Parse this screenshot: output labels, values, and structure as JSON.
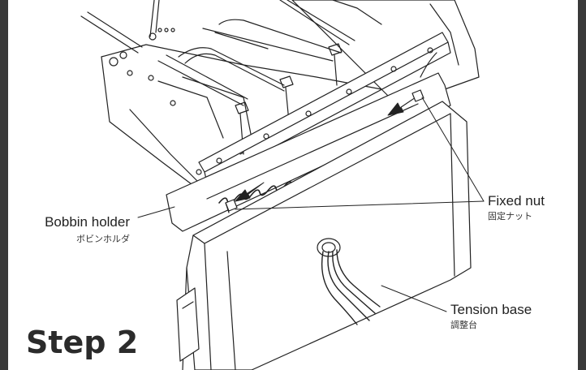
{
  "labels": {
    "bobbin_holder": {
      "en": "Bobbin holder",
      "ja": "ボビンホルダ"
    },
    "fixed_nut": {
      "en": "Fixed nut",
      "ja": "固定ナット"
    },
    "tension_base": {
      "en": "Tension base",
      "ja": "調整台"
    }
  },
  "step_title": "Step 2",
  "colors": {
    "border": "#3a3a3a",
    "line": "#222222",
    "fill": "#ffffff"
  }
}
